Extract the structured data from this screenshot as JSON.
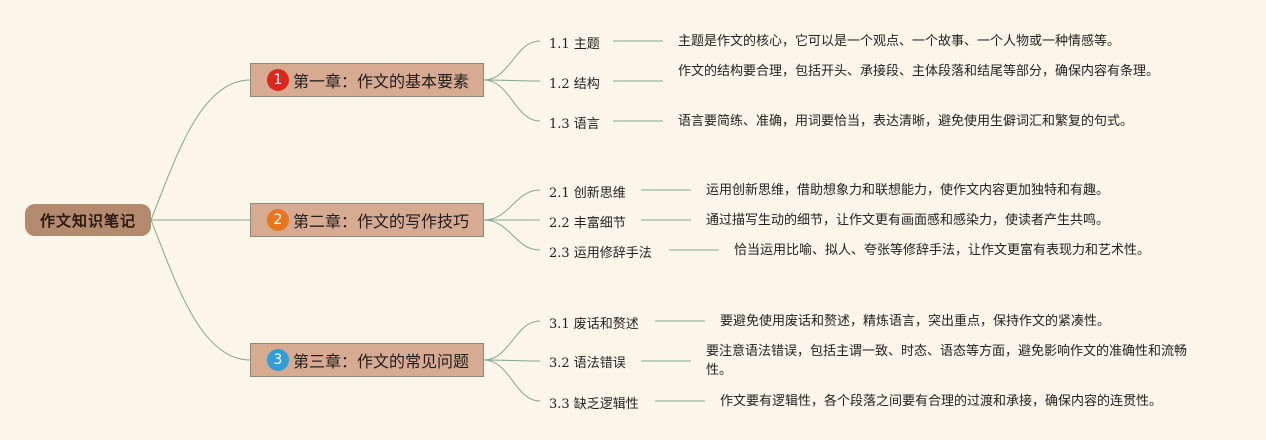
{
  "root": {
    "label": "作文知识笔记"
  },
  "colors": {
    "background": "#fbf6e9",
    "root": "#b38a6e",
    "chapter": "#d7ab92",
    "line": "#82a88c"
  },
  "chapters": [
    {
      "number": "1",
      "badge_color": "#d9281c",
      "title": "第一章：作文的基本要素",
      "sections": [
        {
          "label": "1.1 主题",
          "text": "主题是作文的核心，它可以是一个观点、一个故事、一个人物或一种情感等。"
        },
        {
          "label": "1.2 结构",
          "text": "作文的结构要合理，包括开头、承接段、主体段落和结尾等部分，确保内容有条理。"
        },
        {
          "label": "1.3 语言",
          "text": "语言要简练、准确，用词要恰当，表达清晰，避免使用生僻词汇和繁复的句式。"
        }
      ]
    },
    {
      "number": "2",
      "badge_color": "#e8761f",
      "title": "第二章：作文的写作技巧",
      "sections": [
        {
          "label": "2.1 创新思维",
          "text": "运用创新思维，借助想象力和联想能力，使作文内容更加独特和有趣。"
        },
        {
          "label": "2.2 丰富细节",
          "text": "通过描写生动的细节，让作文更有画面感和感染力，使读者产生共鸣。"
        },
        {
          "label": "2.3 运用修辞手法",
          "text": "恰当运用比喻、拟人、夸张等修辞手法，让作文更富有表现力和艺术性。"
        }
      ]
    },
    {
      "number": "3",
      "badge_color": "#2e9fd8",
      "title": "第三章：作文的常见问题",
      "sections": [
        {
          "label": "3.1 废话和赘述",
          "text": "要避免使用废话和赘述，精炼语言，突出重点，保持作文的紧凑性。"
        },
        {
          "label": "3.2 语法错误",
          "text": "要注意语法错误，包括主谓一致、时态、语态等方面，避免影响作文的准确性和流畅性。"
        },
        {
          "label": "3.3 缺乏逻辑性",
          "text": "作文要有逻辑性，各个段落之间要有合理的过渡和承接，确保内容的连贯性。"
        }
      ]
    }
  ]
}
